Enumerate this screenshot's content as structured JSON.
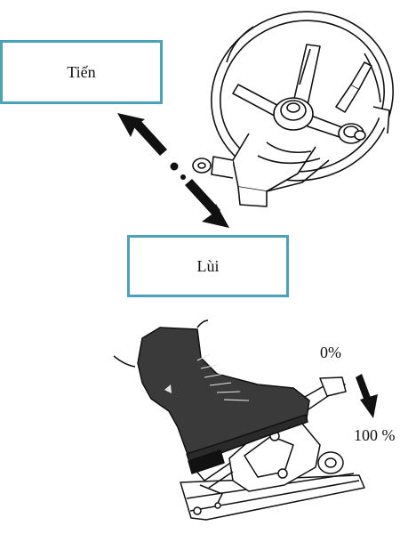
{
  "labels": {
    "forward": "Tiến",
    "reverse": "Lùi"
  },
  "pedal": {
    "start_percent": "0%",
    "end_percent": "100 %"
  },
  "colors": {
    "box_border": "#4aa3b8",
    "boot_fill": "#3a3a3a",
    "line": "#111111"
  }
}
